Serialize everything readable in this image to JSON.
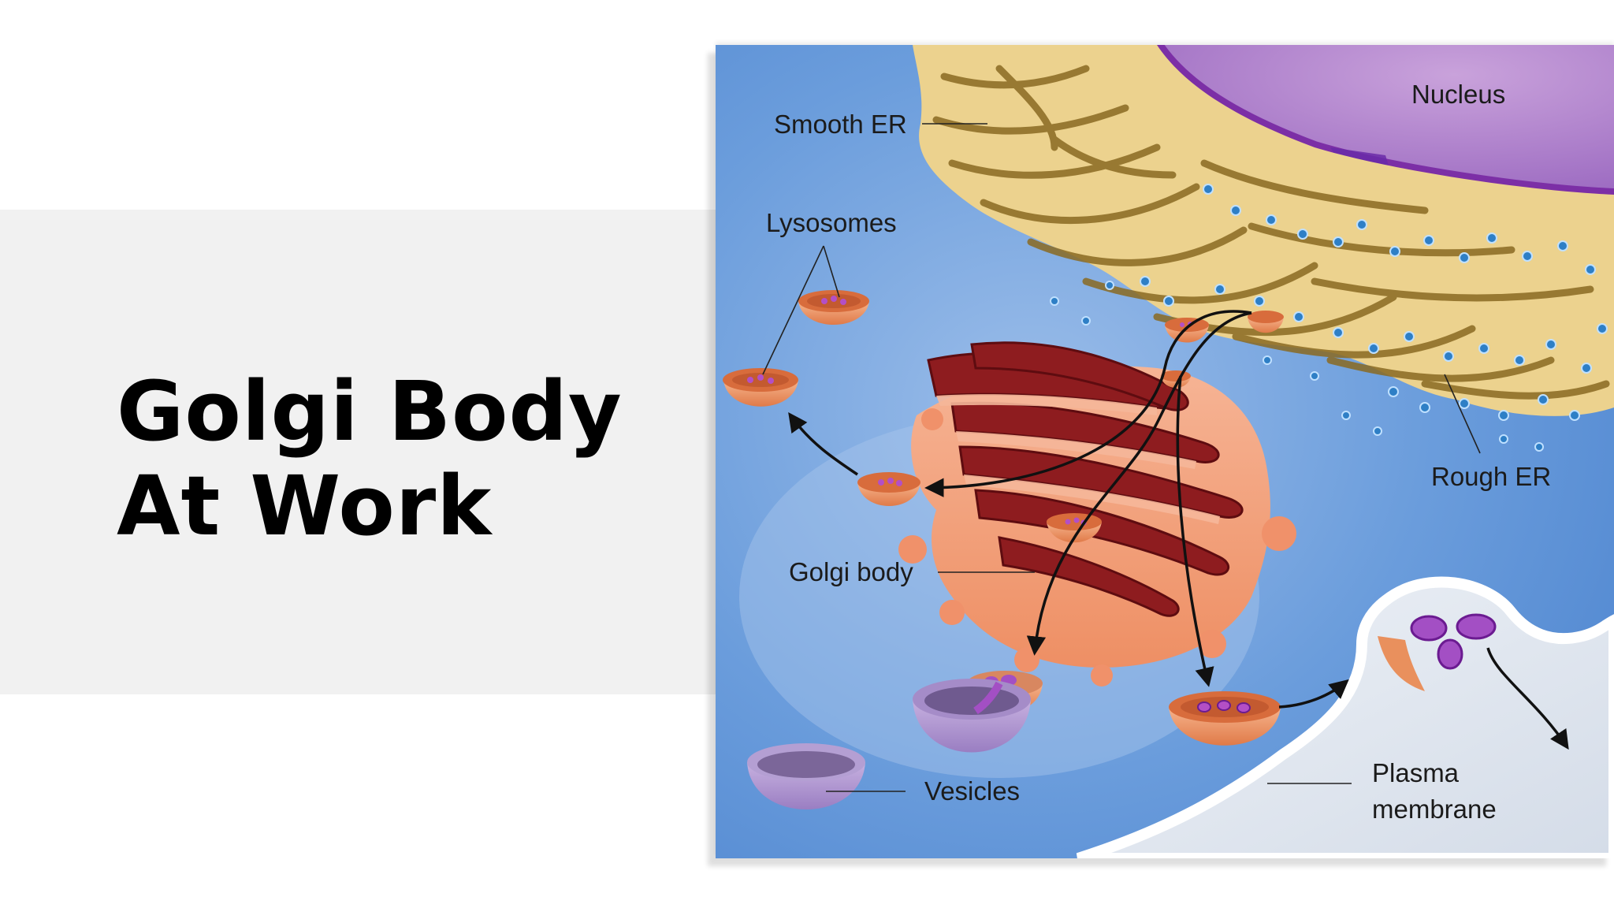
{
  "slide": {
    "title_line1": "Golgi Body",
    "title_line2": "At Work"
  },
  "diagram": {
    "labels": {
      "nucleus": "Nucleus",
      "smooth_er": "Smooth ER",
      "lysosomes": "Lysosomes",
      "rough_er": "Rough ER",
      "golgi_body": "Golgi body",
      "vesicles": "Vesicles",
      "plasma_membrane_line1": "Plasma",
      "plasma_membrane_line2": "membrane"
    },
    "colors": {
      "cytoplasm": "#5f93d8",
      "er": "#ecd28e",
      "nucleus": "#b381cc",
      "golgi_outer": "#f2a07a",
      "golgi_cisternae": "#8e1c1f",
      "membrane": "#dde5ef",
      "vesicle_purple": "#a98fcb"
    }
  }
}
